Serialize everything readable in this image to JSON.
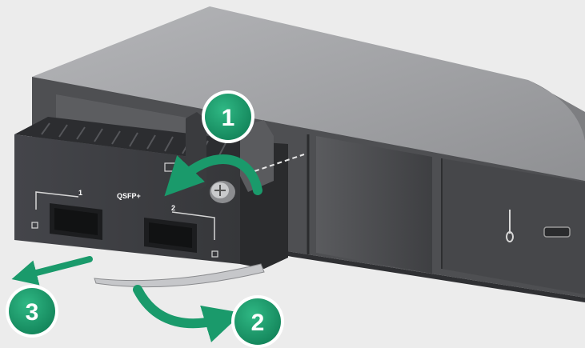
{
  "steps": [
    {
      "number": "1",
      "color": "#1a9a6b"
    },
    {
      "number": "2",
      "color": "#1a9a6b"
    },
    {
      "number": "3",
      "color": "#1a9a6b"
    }
  ],
  "module": {
    "model_label": "QSFP+",
    "ports": [
      {
        "number": "1"
      },
      {
        "number": "2"
      }
    ]
  },
  "colors": {
    "background": "#ececec",
    "chassis_dark": "#4a4b4d",
    "chassis_top": "#a6a7aa",
    "module_face": "#3c3d40",
    "arrow": "#1a9a6b"
  }
}
